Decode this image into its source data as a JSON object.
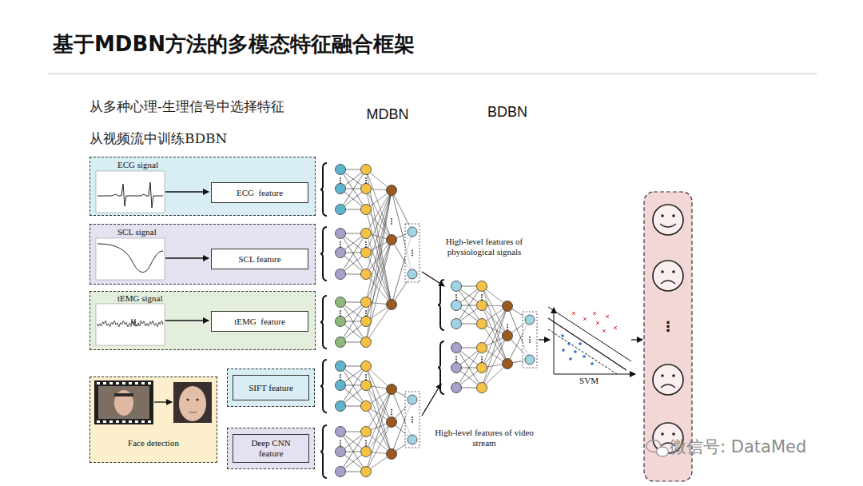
{
  "diagram": {
    "title": "基于MDBN方法的多模态特征融合框架",
    "nodes": [
      {
        "text": [
          "ECG signal"
        ]
      },
      {
        "text": [
          "ECG  feature"
        ],
        "in": 0
      },
      {
        "text": [
          "SCL signal"
        ]
      },
      {
        "text": [
          "SCL feature"
        ],
        "in": 2
      },
      {
        "text": [
          "tEMG signal"
        ]
      },
      {
        "text": [
          "tEMG  feature"
        ],
        "in": 4
      },
      {
        "text": [
          "Face detection"
        ]
      },
      {
        "text": [
          "SIFT feature"
        ]
      },
      {
        "text": [
          "Deep CNN feature"
        ]
      }
    ],
    "labels": [
      "从多种心理-生理信号中选择特征",
      "从视频流中训练BDBN",
      "MDBN",
      "BDBN",
      "High-level features of physiological signals",
      "High-level features of video stream",
      "SVM",
      "⋮",
      "微信号: DataMed"
    ]
  }
}
